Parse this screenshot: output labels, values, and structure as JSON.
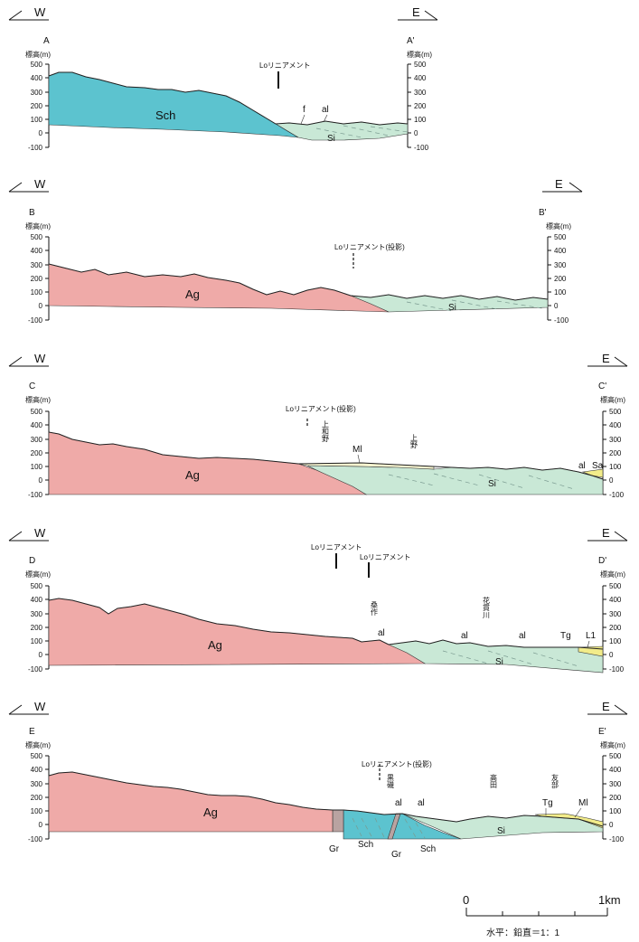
{
  "elevation_unit_label": "標高(m)",
  "tick_labels": [
    "500",
    "400",
    "300",
    "200",
    "100",
    "0",
    "-100"
  ],
  "direction_west": "W",
  "direction_east": "E",
  "sections": [
    {
      "id": "A",
      "left_label": "A",
      "right_label": "A'",
      "units": [
        "Sch",
        "Si",
        "f",
        "al"
      ],
      "lineament": "Loリニアメント"
    },
    {
      "id": "B",
      "left_label": "B",
      "right_label": "B'",
      "units": [
        "Ag",
        "Si"
      ],
      "lineament": "Loリニアメント(投影)"
    },
    {
      "id": "C",
      "left_label": "C",
      "right_label": "C'",
      "units": [
        "Ag",
        "Si",
        "Ml",
        "al",
        "Sa"
      ],
      "lineament": "Loリニアメント(投影)",
      "places": [
        "上和野",
        "上野"
      ]
    },
    {
      "id": "D",
      "left_label": "D",
      "right_label": "D'",
      "units": [
        "Ag",
        "Si",
        "al",
        "al",
        "al",
        "Tg",
        "L1"
      ],
      "lineaments": [
        "Loリニアメント",
        "Loリニアメント"
      ],
      "places": [
        "桑作",
        "花貫川"
      ]
    },
    {
      "id": "E",
      "left_label": "E",
      "right_label": "E'",
      "units": [
        "Ag",
        "Gr",
        "Sch",
        "Gr",
        "Sch",
        "Si",
        "al",
        "al",
        "Tg",
        "Ml"
      ],
      "lineament": "Loリニアメント(投影)",
      "places": [
        "黒磯",
        "高田",
        "友部"
      ]
    }
  ],
  "scale": {
    "start": "0",
    "end": "1km",
    "caption": "水平：鉛直＝1：1"
  },
  "colors": {
    "schist": "#5cc3cf",
    "granite_gneiss": "#efaaa8",
    "sediment": "#c9e8d6",
    "terrace": "#f2ec8a",
    "granite_dike": "#b9a3a1"
  }
}
